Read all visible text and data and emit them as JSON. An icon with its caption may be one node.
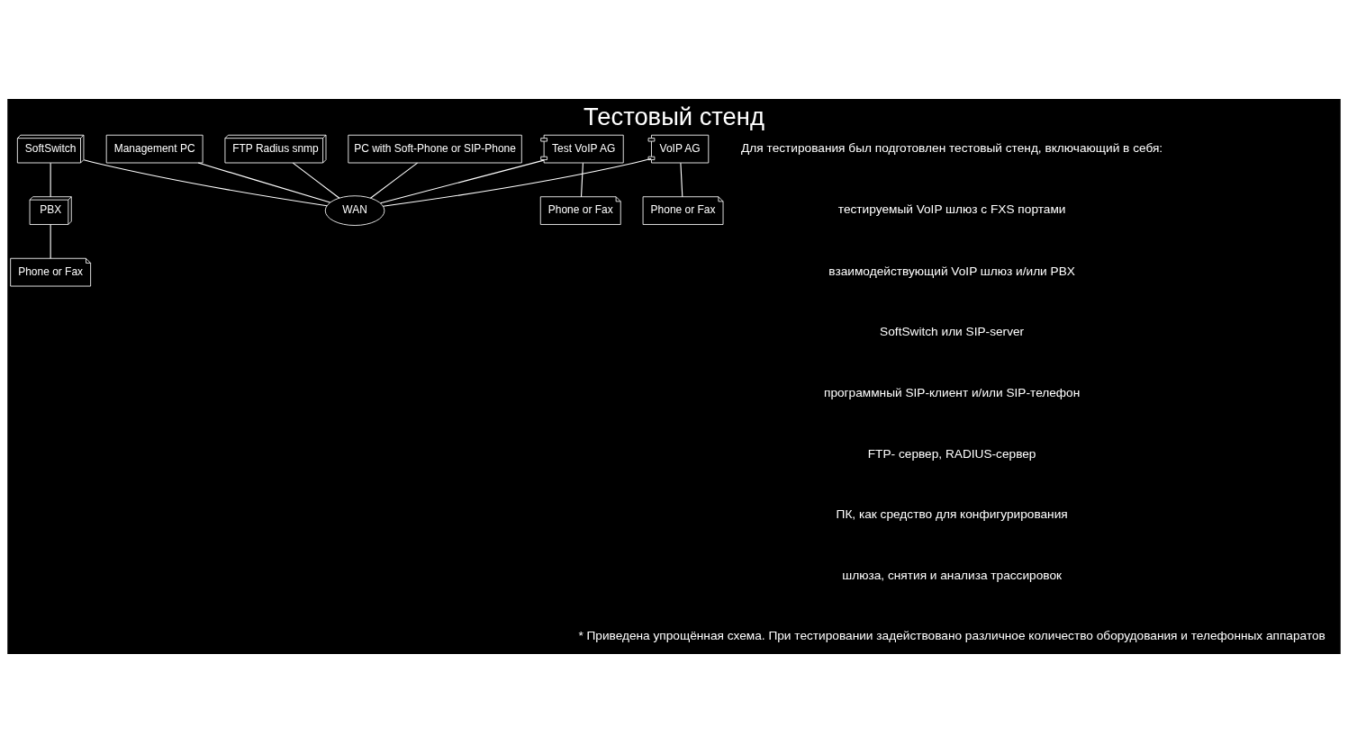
{
  "diagram": {
    "title": "Тестовый стенд",
    "nodes": [
      {
        "text": [
          "Management PC"
        ]
      },
      {
        "text": [
          "FTP Radius snmp"
        ]
      },
      {
        "text": [
          "SoftSwitch"
        ]
      },
      {
        "text": [
          "PBX"
        ]
      },
      {
        "text": [
          "Phone or Fax"
        ]
      },
      {
        "text": [
          "WAN"
        ]
      },
      {
        "text": [
          "Test VoIP AG"
        ]
      },
      {
        "text": [
          "Phone or Fax"
        ]
      },
      {
        "text": [
          "VoIP AG"
        ]
      },
      {
        "text": [
          "Phone or Fax"
        ]
      },
      {
        "text": [
          "PC with Soft-Phone or SIP-Phone"
        ]
      }
    ],
    "edges": [
      {
        "from": 0,
        "to": 5,
        "arrow": "none"
      },
      {
        "from": 1,
        "to": 5,
        "arrow": "none"
      },
      {
        "from": 2,
        "to": 5,
        "arrow": "none"
      },
      {
        "from": 2,
        "to": 3,
        "arrow": "none"
      },
      {
        "from": 3,
        "to": 4,
        "arrow": "none"
      },
      {
        "from": 6,
        "to": 5,
        "arrow": "none"
      },
      {
        "from": 6,
        "to": 7,
        "arrow": "none"
      },
      {
        "from": 8,
        "to": 5,
        "arrow": "none"
      },
      {
        "from": 8,
        "to": 9,
        "arrow": "none"
      },
      {
        "from": 10,
        "to": 5,
        "arrow": "none"
      }
    ],
    "labels": [
      "Для тестирования был подготовлен тестовый стенд, включающий в себя:",
      "тестируемый VoIP шлюз с FXS портами",
      "взаимодействующий VoIP шлюз и/или PBX",
      "SoftSwitch или SIP-server",
      "программный SIP-клиент и/или SIP-телефон",
      "FTP- сервер, RADIUS-сервер",
      "ПК, как средство для конфигурирования",
      "шлюза, снятия и анализа трассировок",
      "* Приведена упрощённая схема. При тестировании задействовано различное количество оборудования и телефонных аппаратов"
    ]
  }
}
